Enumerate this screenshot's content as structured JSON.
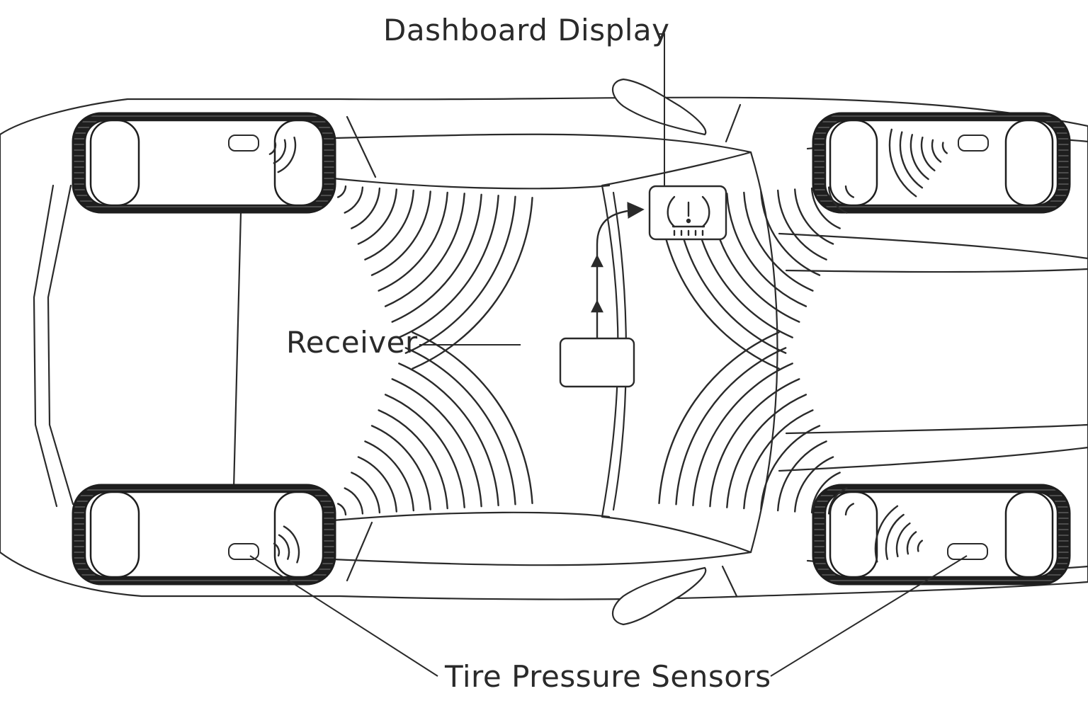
{
  "labels": {
    "dashboard_display": "Dashboard Display",
    "receiver": "Receiver",
    "tire_pressure_sensors": "Tire Pressure Sensors"
  },
  "icons": {
    "dashboard_warning": "tpms-warning-icon",
    "sensor": "sensor-icon",
    "flow_arrow": "arrow-up-icon"
  },
  "colors": {
    "line": "#2a2a2a",
    "tire": "#1e1e1e",
    "background": "#ffffff"
  }
}
